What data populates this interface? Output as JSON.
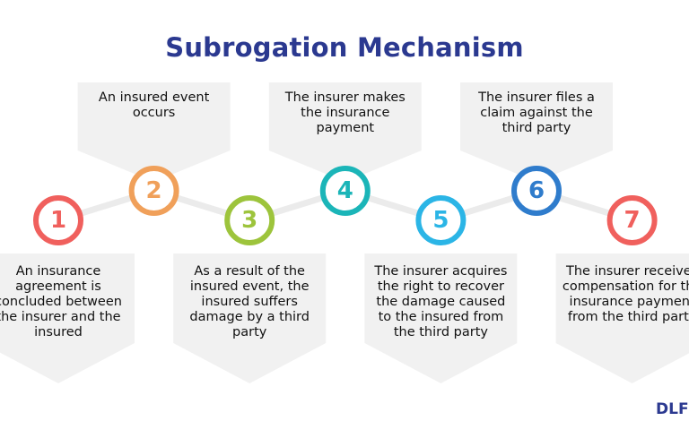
{
  "title": "Subrogation Mechanism",
  "steps": [
    {
      "number": "1",
      "text": "An insurance agreement is concluded between the insurer and the insured",
      "color": "#f0605d",
      "position": "bottom"
    },
    {
      "number": "2",
      "text": "An insured event occurs",
      "color": "#f0a05a",
      "position": "top"
    },
    {
      "number": "3",
      "text": "As a result of the insured event, the insured suffers damage by a third party",
      "color": "#9dc43c",
      "position": "bottom"
    },
    {
      "number": "4",
      "text": "The insurer makes the insurance payment",
      "color": "#1bb5b8",
      "position": "top"
    },
    {
      "number": "5",
      "text": "The insurer acquires the right to recover the damage caused to the insured from the third party",
      "color": "#2bb5e6",
      "position": "bottom"
    },
    {
      "number": "6",
      "text": "The insurer files a claim against the third party",
      "color": "#2f7ccc",
      "position": "top"
    },
    {
      "number": "7",
      "text": "The insurer receives compensation for the insurance payment from the third party",
      "color": "#f0605d",
      "position": "bottom"
    }
  ],
  "logo": {
    "text": "DLF",
    "dot": "."
  }
}
